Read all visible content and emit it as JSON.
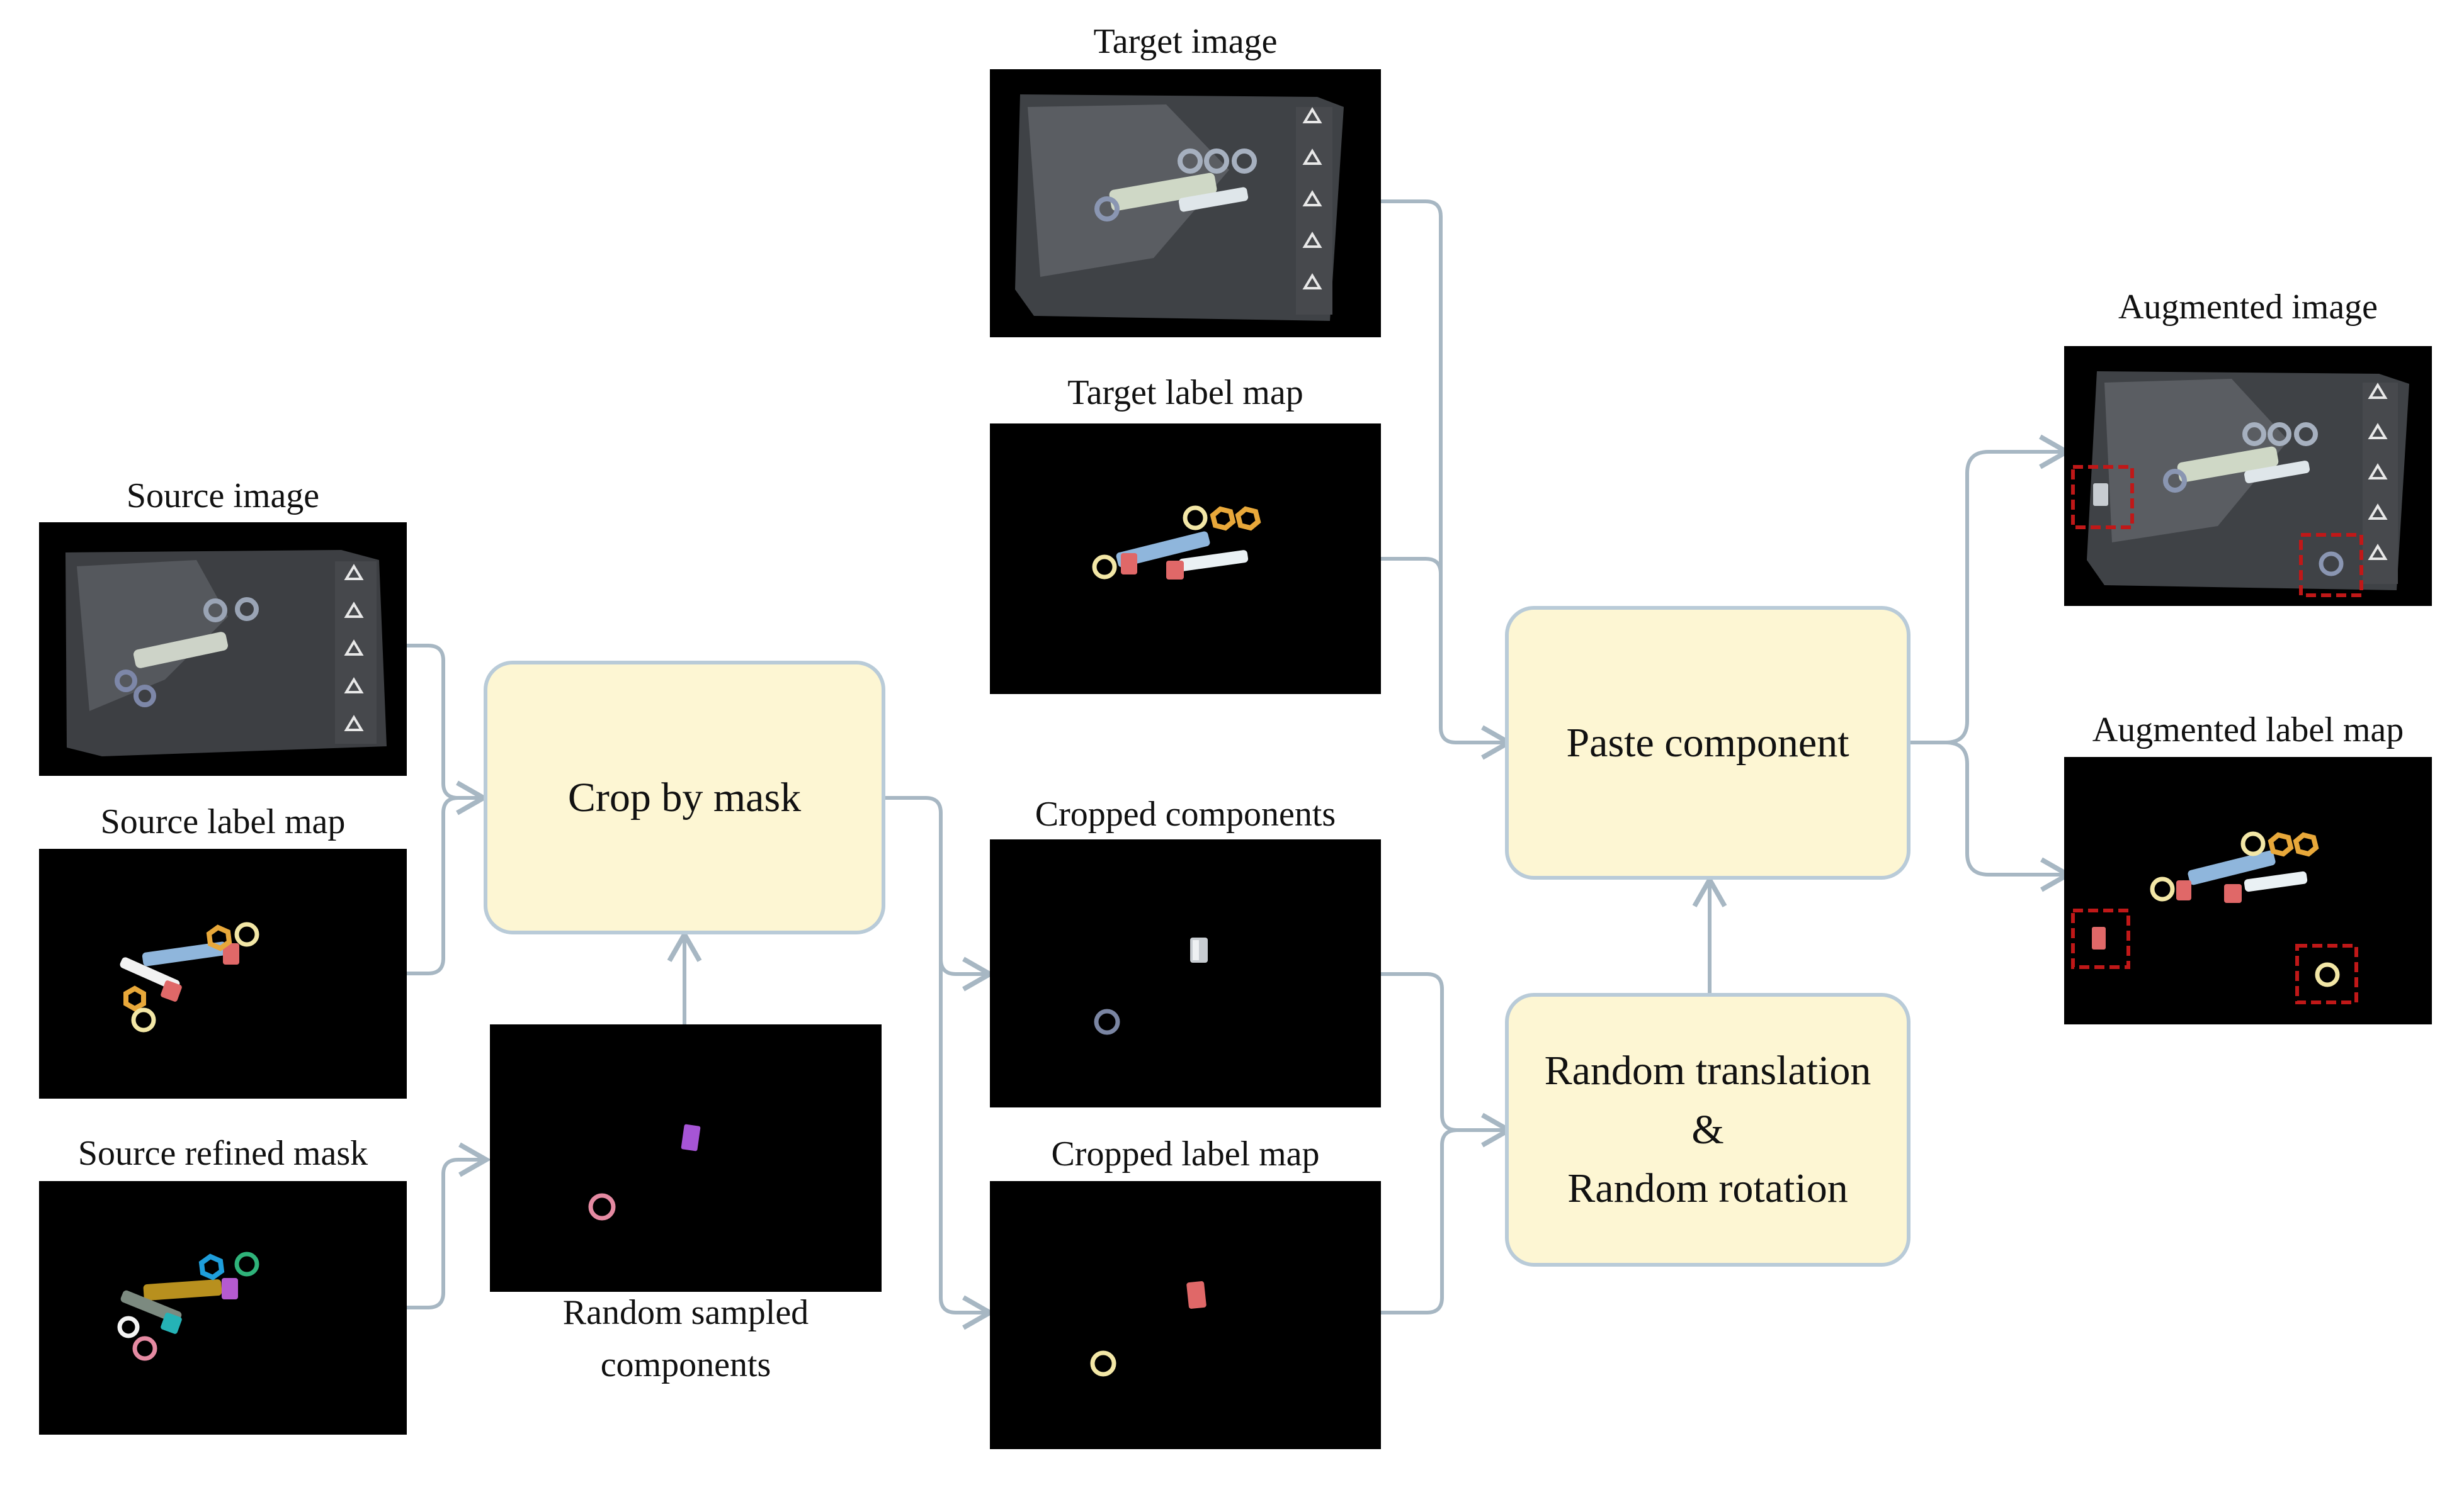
{
  "labels": {
    "source_image": "Source image",
    "source_label_map": "Source label map",
    "source_refined_mask": "Source refined mask",
    "random_sampled_line1": "Random sampled",
    "random_sampled_line2": "components",
    "target_image": "Target image",
    "target_label_map": "Target label map",
    "cropped_components": "Cropped components",
    "cropped_label_map": "Cropped label map",
    "augmented_image": "Augmented image",
    "augmented_label_map": "Augmented label map"
  },
  "boxes": {
    "crop_by_mask": "Crop by mask",
    "paste_component": "Paste component",
    "random_line1": "Random translation",
    "random_line2": "&",
    "random_line3": "Random rotation"
  },
  "colors": {
    "box_fill": "#fdf6d3",
    "box_border": "#b9cbd8",
    "arrow": "#a7b7c3",
    "highlight_box": "#c01818",
    "panel_bg": "#000000"
  }
}
